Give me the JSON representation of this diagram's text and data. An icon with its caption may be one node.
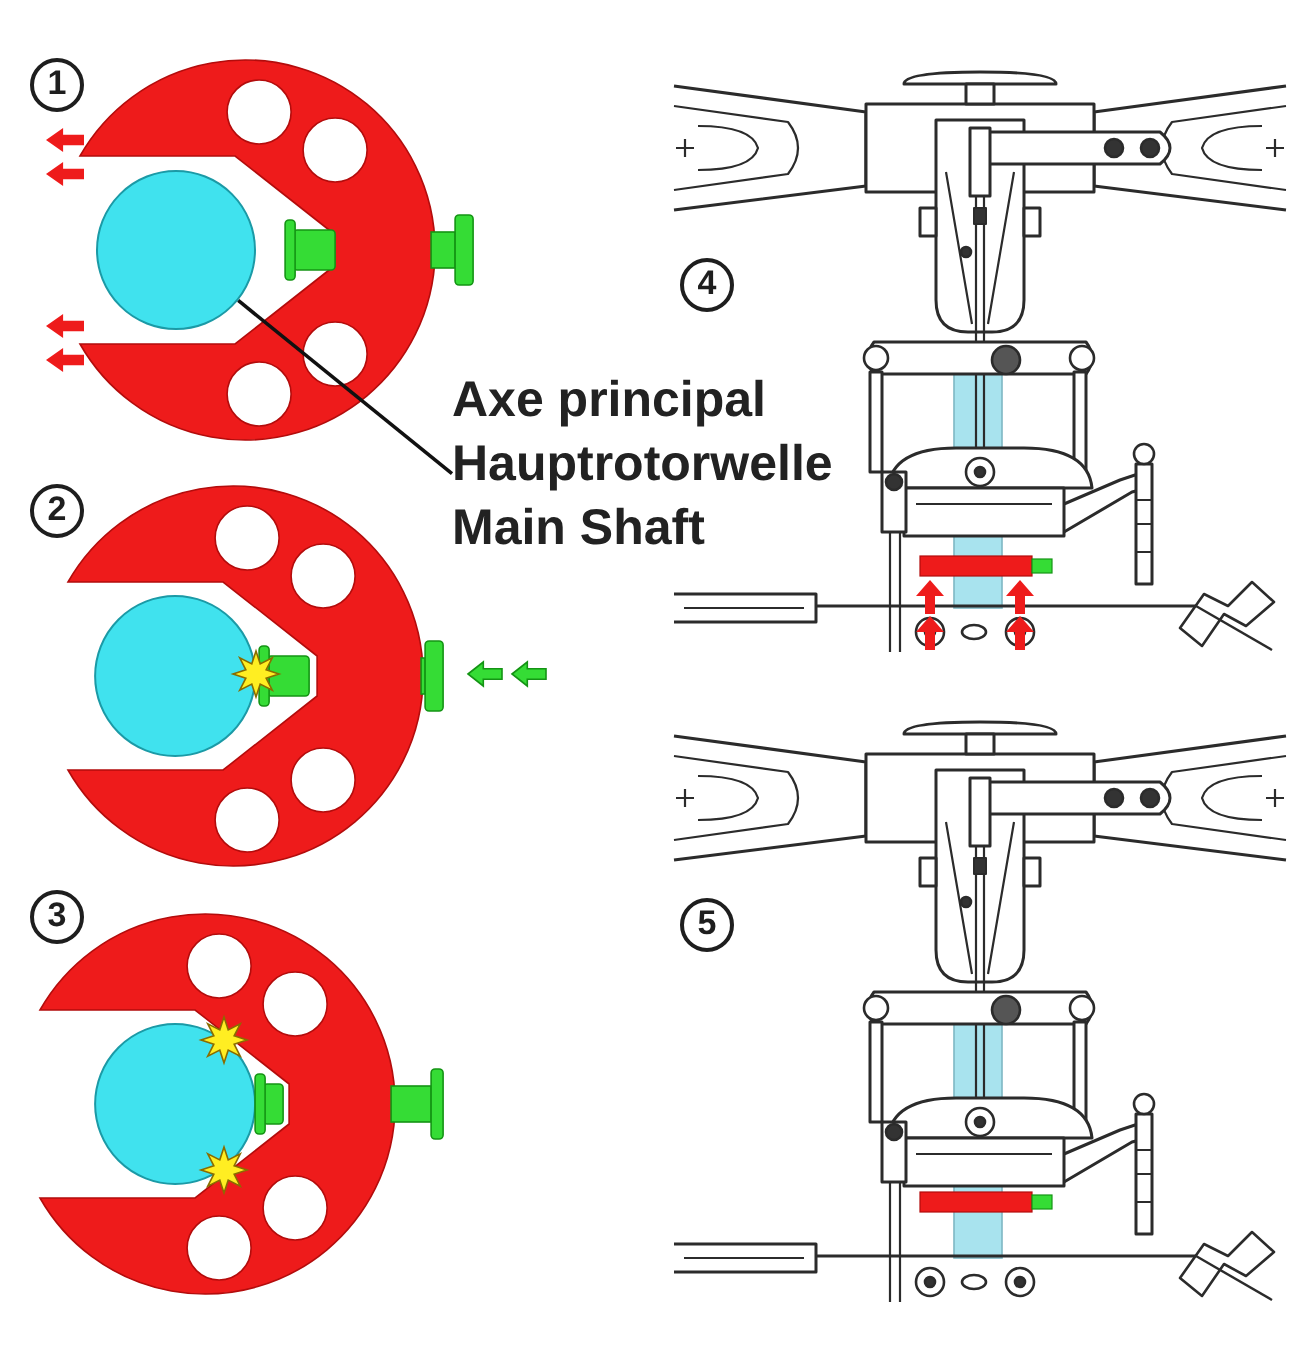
{
  "diagram": {
    "nodes": [
      {
        "text": [
          "Axe principal",
          "Hauptrotorwelle",
          "Main Shaft"
        ]
      },
      {
        "text": [],
        "shape": "circle"
      }
    ],
    "edges": [
      {
        "from": 0,
        "to": 1,
        "arrow": "none"
      }
    ],
    "labels": [
      "1",
      "2",
      "3",
      "4",
      "5"
    ]
  }
}
